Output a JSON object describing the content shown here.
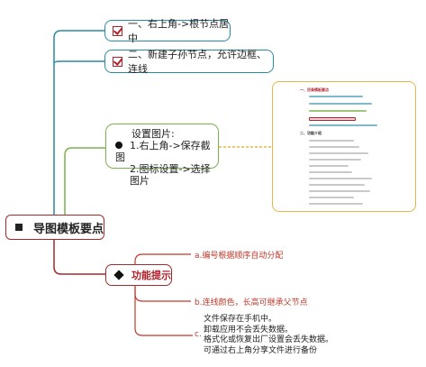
{
  "root": {
    "title": "导图模板要点"
  },
  "branch1": {
    "label": "一、右上角->根节点居中"
  },
  "branch2": {
    "label": "二、新建子孙节点，允许边框、连线"
  },
  "settings": {
    "title": "设置图片:",
    "line1": "1.右上角->保存截图",
    "line2": "2.图标设置->选择图片"
  },
  "thumbnail": {
    "title": "一、目录模板要点",
    "section2": "二、功能介绍"
  },
  "function": {
    "title": "功能提示",
    "a": "a.编号根据顺序自动分配",
    "b": "b.连线颜色，长高可继承父节点",
    "c_prefix": "c.",
    "c_lines": [
      "文件保存在手机中。",
      "卸载应用不会丢失数据。",
      "格式化或恢复出厂设置会丢失数据。",
      "可通过右上角分享文件进行备份"
    ]
  },
  "colors": {
    "teal": "#2a8aa0",
    "green": "#7ab24a",
    "orange": "#e8b44a",
    "red": "#a12a2a"
  }
}
